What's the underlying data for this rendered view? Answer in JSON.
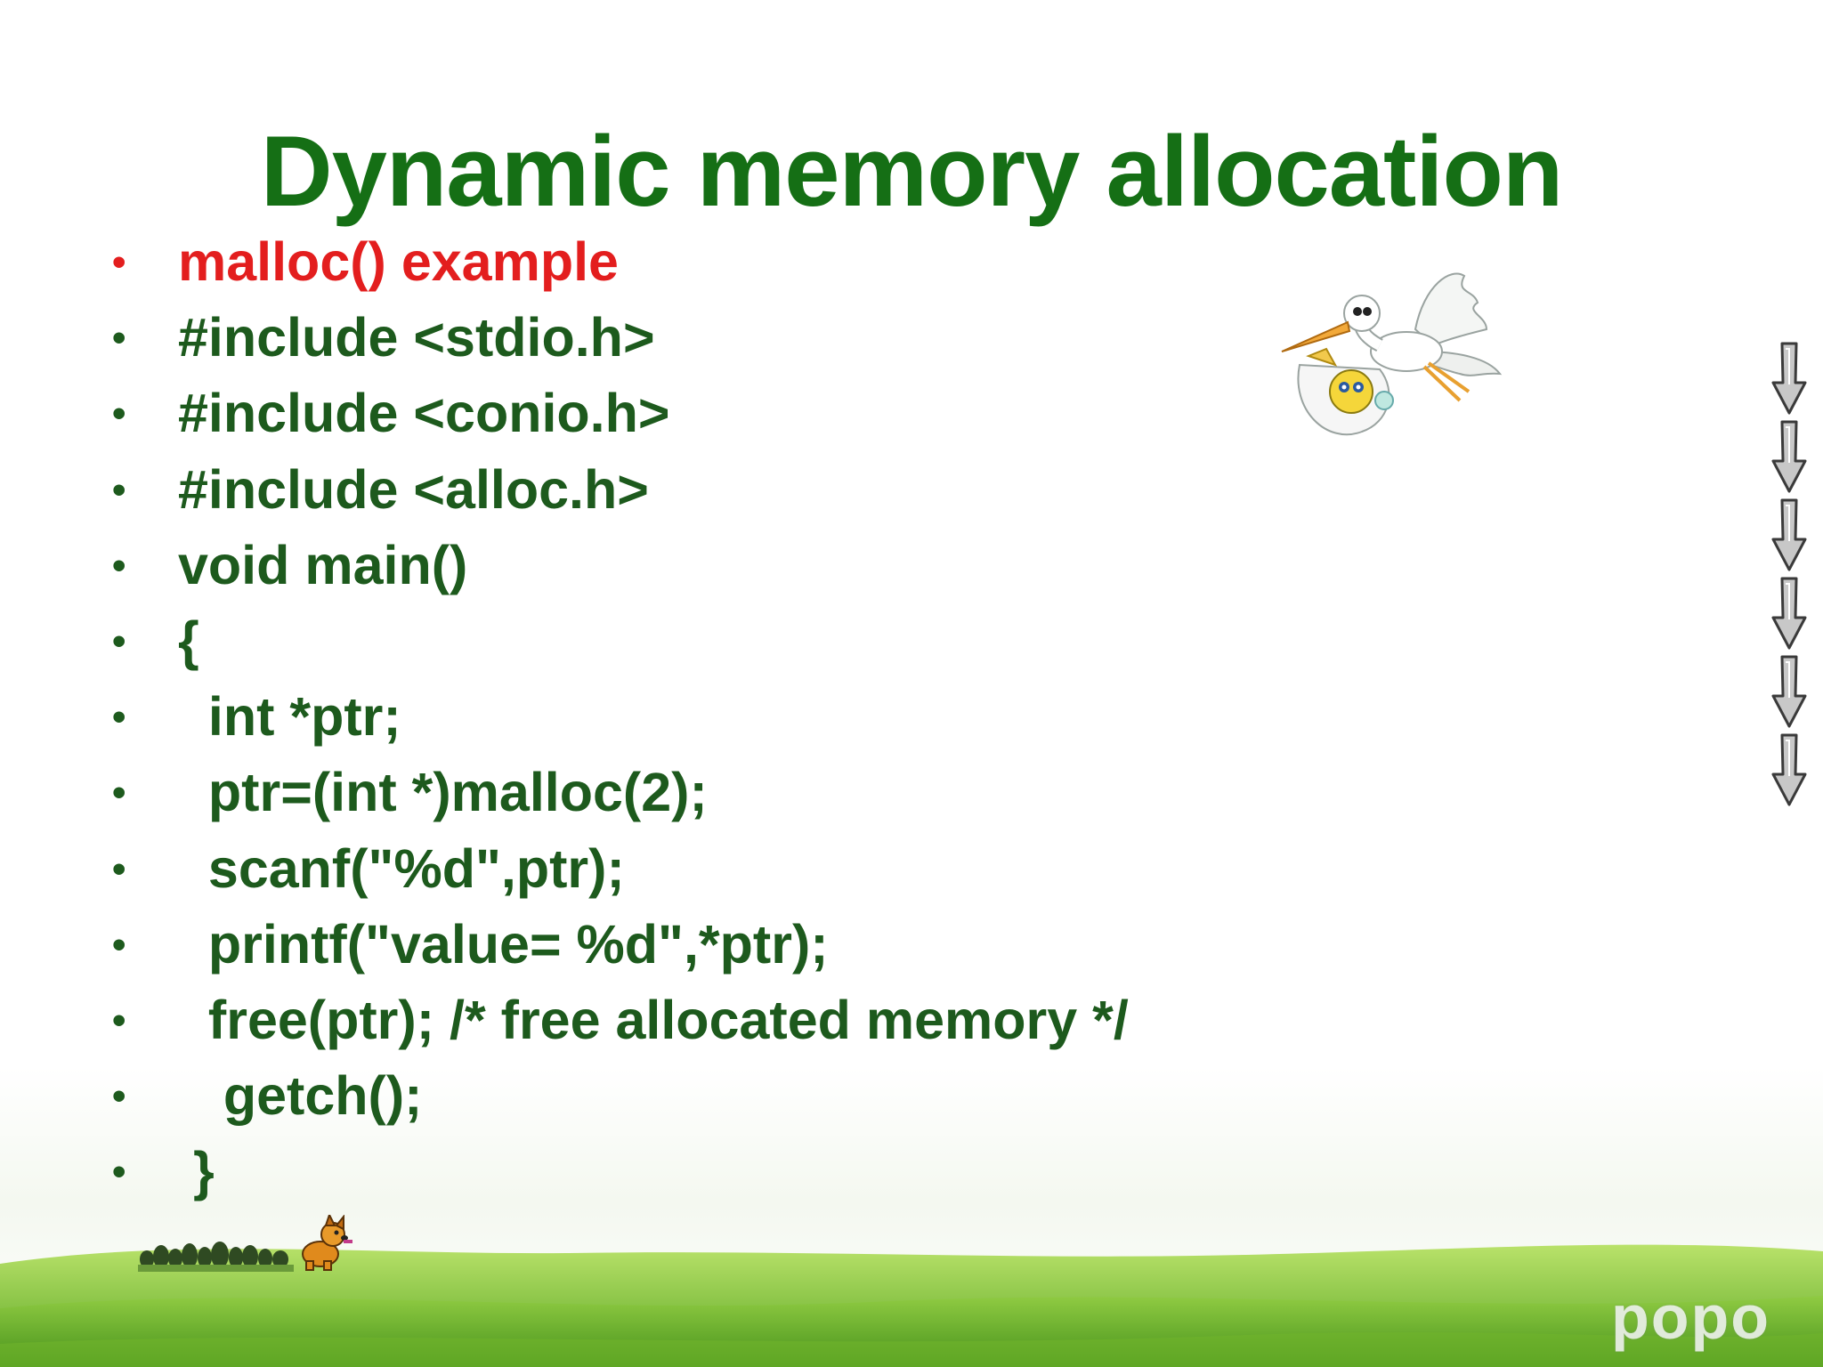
{
  "slide": {
    "title": "Dynamic memory allocation",
    "bullet_char": "•",
    "lines": [
      {
        "text": "malloc() example",
        "highlight": true
      },
      {
        "text": "#include <stdio.h>",
        "highlight": false
      },
      {
        "text": "#include <conio.h>",
        "highlight": false
      },
      {
        "text": "#include <alloc.h>",
        "highlight": false
      },
      {
        "text": "void main()",
        "highlight": false
      },
      {
        "text": "{",
        "highlight": false
      },
      {
        "text": "  int *ptr;",
        "highlight": false
      },
      {
        "text": "  ptr=(int *)malloc(2);",
        "highlight": false
      },
      {
        "text": "  scanf(\"%d\",ptr);",
        "highlight": false
      },
      {
        "text": "  printf(\"value= %d\",*ptr);",
        "highlight": false
      },
      {
        "text": "  free(ptr); /* free allocated memory */",
        "highlight": false
      },
      {
        "text": "   getch();",
        "highlight": false
      },
      {
        "text": " }",
        "highlight": false
      }
    ],
    "watermark": "popo",
    "decorations": {
      "stork_icon": "stork-carrying-baby-icon",
      "arrow_icon": "down-arrow-icon",
      "arrow_count": 6,
      "dog_icon": "dog-icon",
      "trees_icon": "tree-line-icon"
    }
  },
  "colors": {
    "title": "#156f15",
    "code_text": "#1d5a1d",
    "highlight": "#e31e1e",
    "grass_light": "#a6d84e",
    "grass_dark": "#4f9a1e"
  }
}
